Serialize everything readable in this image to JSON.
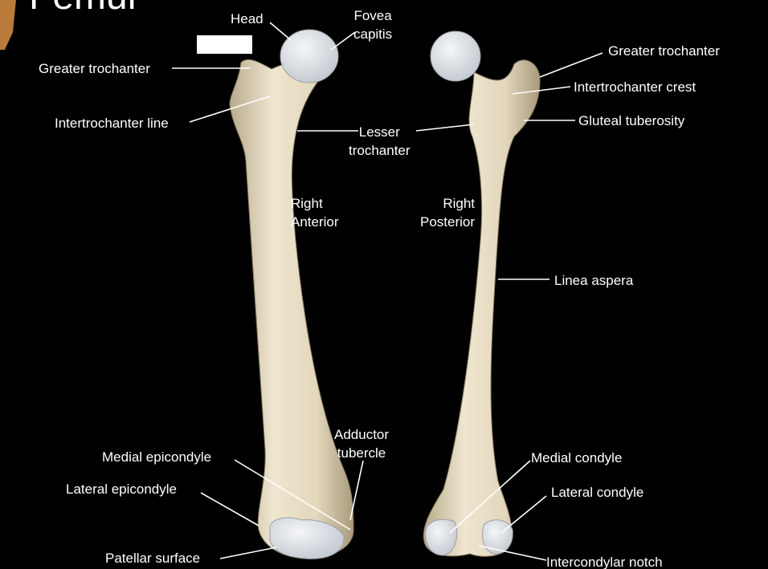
{
  "title": "Femur",
  "colors": {
    "background": "#000000",
    "bone": "#e7dcc3",
    "bone_shadow": "#b9ab8c",
    "cartilage": "#dfe3e8",
    "label": "#ffffff"
  },
  "views": {
    "anterior": "Right\nAnterior",
    "posterior": "Right\nPosterior"
  },
  "labels": {
    "head": "Head",
    "fovea_capitis": "Fovea\ncapitis",
    "greater_trochanter_left": "Greater trochanter",
    "intertrochanter_line": "Intertrochanter line",
    "lesser_trochanter": "Lesser\ntrochanter",
    "greater_trochanter_right": "Greater trochanter",
    "intertrochanter_crest": "Intertrochanter crest",
    "gluteal_tuberosity": "Gluteal tuberosity",
    "linea_aspera": "Linea aspera",
    "adductor_tubercle": "Adductor\ntubercle",
    "medial_epicondyle": "Medial epicondyle",
    "lateral_epicondyle": "Lateral epicondyle",
    "patellar_surface": "Patellar surface",
    "medial_condyle": "Medial condyle",
    "lateral_condyle": "Lateral condyle",
    "intercondylar_notch": "Intercondylar notch"
  }
}
